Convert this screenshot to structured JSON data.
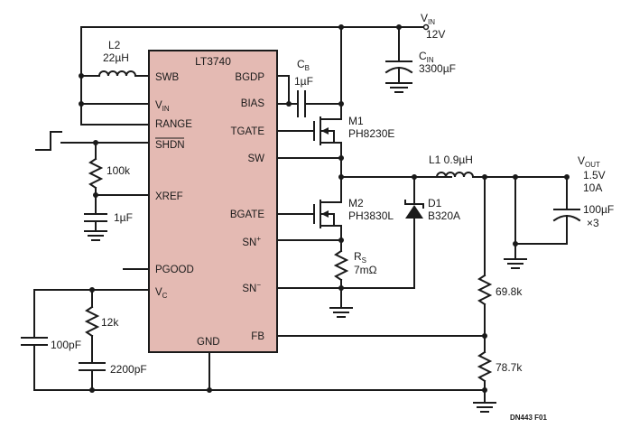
{
  "ic": {
    "name": "LT3740",
    "pins": {
      "swb": "SWB",
      "vin_main": "V",
      "vin_sub": "IN",
      "range": "RANGE",
      "shdn": "SHDN",
      "xref": "XREF",
      "pgood": "PGOOD",
      "vc_main": "V",
      "vc_sub": "C",
      "gnd": "GND",
      "bgdp": "BGDP",
      "bias": "BIAS",
      "tgate": "TGATE",
      "sw": "SW",
      "bgate": "BGATE",
      "snp": "SN",
      "snp_sup": "+",
      "snm": "SN",
      "snm_sup": "−",
      "fb": "FB"
    }
  },
  "supply": {
    "name_main": "V",
    "name_sub": "IN",
    "value": "12V"
  },
  "output": {
    "name_main": "V",
    "name_sub": "OUT",
    "voltage": "1.5V",
    "current": "10A"
  },
  "components": {
    "l2": {
      "ref": "L2",
      "value": "22µH"
    },
    "cb": {
      "ref_main": "C",
      "ref_sub": "B",
      "value": "1µF"
    },
    "cin": {
      "ref_main": "C",
      "ref_sub": "IN",
      "value": "3300µF"
    },
    "m1": {
      "ref": "M1",
      "part": "PH8230E"
    },
    "m2": {
      "ref": "M2",
      "part": "PH3830L"
    },
    "l1": {
      "label": "L1 0.9µH"
    },
    "d1": {
      "ref": "D1",
      "part": "B320A"
    },
    "cout": {
      "value": "100µF",
      "count": "×3"
    },
    "rs": {
      "ref_main": "R",
      "ref_sub": "S",
      "value": "7mΩ"
    },
    "r100k": {
      "value": "100k"
    },
    "c1u": {
      "value": "1µF"
    },
    "r12k": {
      "value": "12k"
    },
    "c2200p": {
      "value": "2200pF"
    },
    "c100p": {
      "value": "100pF"
    },
    "r69": {
      "value": "69.8k"
    },
    "r78": {
      "value": "78.7k"
    }
  },
  "figure_id": "DN443 F01"
}
